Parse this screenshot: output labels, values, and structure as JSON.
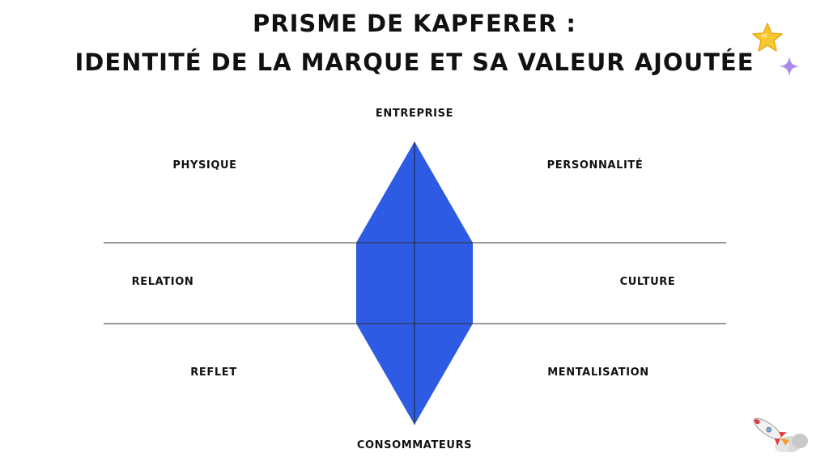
{
  "title": {
    "line1": "Prisme de Kapferer :",
    "line2": "Identité de la marque et sa valeur ajoutée"
  },
  "labels": {
    "top": "Entreprise",
    "bottom": "Consommateurs",
    "top_left": "Physique",
    "top_right": "Personnalité",
    "middle_left": "Relation",
    "middle_right": "Culture",
    "bottom_left": "Reflet",
    "bottom_right": "Mentalisation"
  },
  "colors": {
    "prism_fill": "#2d5be3",
    "lines": "#333333",
    "text": "#111111"
  },
  "decorations": [
    "star-icon",
    "sparkle-icon",
    "rocket-icon"
  ]
}
